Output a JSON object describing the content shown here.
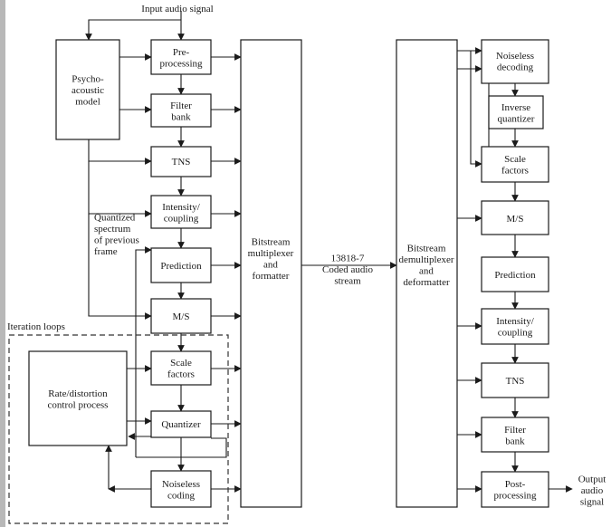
{
  "input_label": "Input audio signal",
  "output_label": [
    "Output",
    "audio",
    "signal"
  ],
  "iteration_label": "Iteration loops",
  "quantized_label": [
    "Quantized",
    "spectrum",
    "of previous",
    "frame"
  ],
  "coded_stream_label": [
    "13818-7",
    "Coded audio",
    "stream"
  ],
  "encoder": {
    "psycho": [
      "Psycho-",
      "acoustic",
      "model"
    ],
    "preprocessing": [
      "Pre-",
      "processing"
    ],
    "filter_bank": [
      "Filter",
      "bank"
    ],
    "tns": [
      "TNS"
    ],
    "intensity": [
      "Intensity/",
      "coupling"
    ],
    "prediction": [
      "Prediction"
    ],
    "ms": [
      "M/S"
    ],
    "scale_factors": [
      "Scale",
      "factors"
    ],
    "quantizer": [
      "Quantizer"
    ],
    "noiseless": [
      "Noiseless",
      "coding"
    ],
    "rate_distortion": [
      "Rate/distortion",
      "control process"
    ],
    "multiplexer": [
      "Bitstream",
      "multiplexer",
      "and",
      "formatter"
    ]
  },
  "decoder": {
    "demultiplexer": [
      "Bitstream",
      "demultiplexer",
      "and",
      "deformatter"
    ],
    "noiseless": [
      "Noiseless",
      "decoding"
    ],
    "inverse_quantizer": [
      "Inverse",
      "quantizer"
    ],
    "scale_factors": [
      "Scale",
      "factors"
    ],
    "ms": [
      "M/S"
    ],
    "prediction": [
      "Prediction"
    ],
    "intensity": [
      "Intensity/",
      "coupling"
    ],
    "tns": [
      "TNS"
    ],
    "filter_bank": [
      "Filter",
      "bank"
    ],
    "postprocessing": [
      "Post-",
      "processing"
    ]
  }
}
